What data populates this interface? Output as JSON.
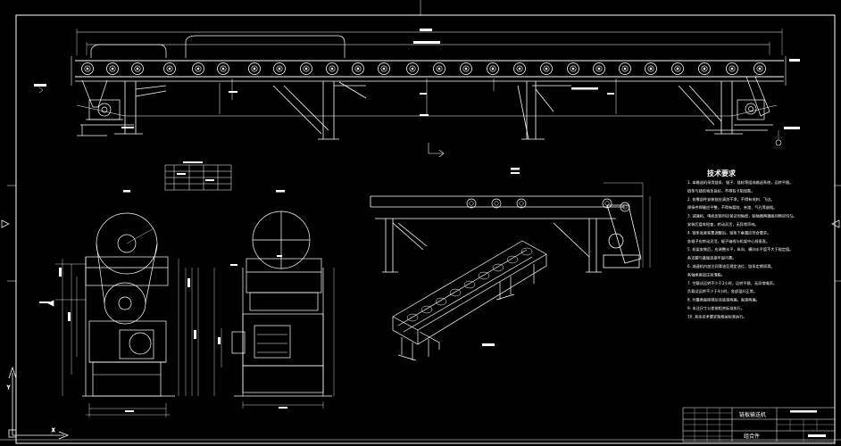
{
  "drawing": {
    "notes_title": "技术要求",
    "notes_lines": [
      "1. 本输送机采用链条、辊子、链轮等组成输送系统，运转平稳。",
      "   链条与链轮啮合良好，不得有卡阻现象。",
      "2. 各零部件安装前应清洗干净，不得有毛刺、飞边。",
      "   焊接件焊缝应平整，不得有裂纹、夹渣、气孔等缺陷。",
      "3. 减速机、电机安装时应保证同轴度，联轴器两端面间隙应均匀。",
      "   安装后盘车检查，转动灵活，无异常声响。",
      "4. 链条张紧装置调整后，链条下垂量应符合要求。",
      "   各辊子应转动灵活，辊子轴线与机架中心线垂直。",
      "5. 机架安装后，应调整水平，纵向、横向水平度不大于规定值。",
      "   各支腿与基础连接牢固可靠。",
      "6. 减速机内加注润滑油至规定油位，链条定期润滑。",
      "   各轴承座加注润滑脂。",
      "7. 空载试运转不少于2小时，运转平稳，无异常噪声。",
      "   负载试运转不少于4小时，各部温升正常。",
      "8. 外露表面除锈后涂底漆两遍，面漆两遍。",
      "9. 未注尺寸公差按相关标准执行。",
      "10. 其余技术要求按相关标准执行。"
    ],
    "title_block": {
      "drawing_name": "链板输送机",
      "material": "组合件"
    }
  },
  "colors": {
    "background": "#000000",
    "line": "#ffffff",
    "dimension": "#e8e8e8"
  }
}
